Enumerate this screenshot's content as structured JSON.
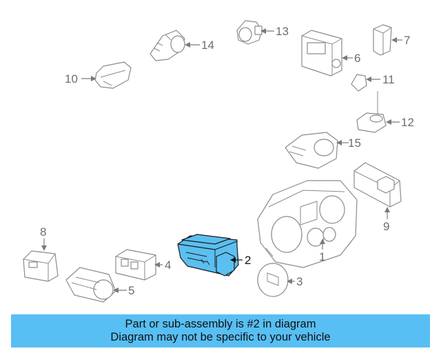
{
  "callouts": {
    "c1": "1",
    "c2": "2",
    "c3": "3",
    "c4": "4",
    "c5": "5",
    "c6": "6",
    "c7": "7",
    "c8": "8",
    "c9": "9",
    "c10": "10",
    "c11": "11",
    "c12": "12",
    "c13": "13",
    "c14": "14",
    "c15": "15"
  },
  "banner": {
    "line1": "Part or sub-assembly is #2 in diagram",
    "line2": "Diagram may not be specific to your vehicle"
  },
  "colors": {
    "highlight": "#5bbff0",
    "banner": "#57bff3",
    "outline": "#8a8a8a"
  }
}
